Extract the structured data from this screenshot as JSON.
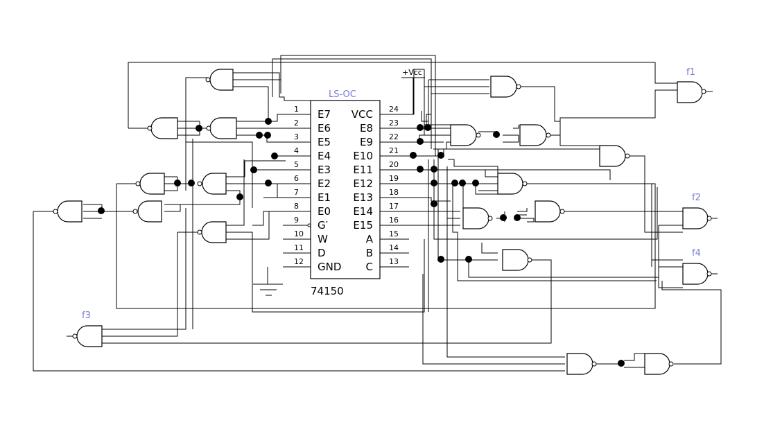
{
  "chip": {
    "part_number": "74150",
    "top_label": "LS-OC",
    "vcc_label": "+Vcc",
    "left_pins": [
      {
        "num": "1",
        "name": "E7"
      },
      {
        "num": "2",
        "name": "E6"
      },
      {
        "num": "3",
        "name": "E5"
      },
      {
        "num": "4",
        "name": "E4"
      },
      {
        "num": "5",
        "name": "E3"
      },
      {
        "num": "6",
        "name": "E2"
      },
      {
        "num": "7",
        "name": "E1"
      },
      {
        "num": "8",
        "name": "E0"
      },
      {
        "num": "9",
        "name": "G′"
      },
      {
        "num": "10",
        "name": "W"
      },
      {
        "num": "11",
        "name": "D"
      },
      {
        "num": "12",
        "name": "GND"
      }
    ],
    "right_pins": [
      {
        "num": "24",
        "name": "VCC"
      },
      {
        "num": "23",
        "name": "E8"
      },
      {
        "num": "22",
        "name": "E9"
      },
      {
        "num": "21",
        "name": "E10"
      },
      {
        "num": "20",
        "name": "E11"
      },
      {
        "num": "19",
        "name": "E12"
      },
      {
        "num": "18",
        "name": "E13"
      },
      {
        "num": "17",
        "name": "E14"
      },
      {
        "num": "16",
        "name": "E15"
      },
      {
        "num": "15",
        "name": "A"
      },
      {
        "num": "14",
        "name": "B"
      },
      {
        "num": "13",
        "name": "C"
      }
    ]
  },
  "outputs": {
    "f1": "f1",
    "f2": "f2",
    "f3": "f3",
    "f4": "f4"
  },
  "gate_type": "NAND",
  "colors": {
    "wire": "#000000",
    "output_label": "#7a7ad8"
  }
}
